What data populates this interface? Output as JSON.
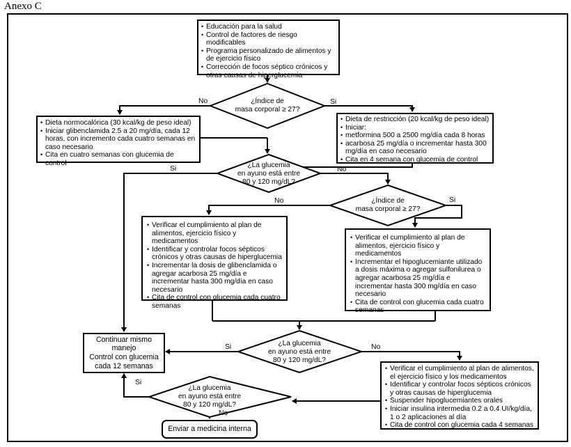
{
  "title": "Anexo C",
  "nodes": {
    "start": {
      "items": [
        "Educación para la salud",
        "Control de factores de riesgo modificables",
        "Programa personalizado de alimentos y de ejercicio físico",
        "Corrección de focos séptico crónicos y otras causas de hiperglucemia"
      ]
    },
    "d1": {
      "text": "¿Índice de\nmasa corporal ≥ 27?",
      "no": "No",
      "yes": "Si"
    },
    "left1": {
      "items": [
        "Dieta normocalórica (30 kcal/kg de peso ideal)",
        "Iniciar glibenclamida 2.5 a 20 mg/día, cada 12 horas, con incremento cada cuatro semanas en caso necesario",
        "Cita en cuatro semanas con glucemia de control"
      ]
    },
    "right1": {
      "items": [
        "Dieta de restricción (20 kcal/kg de peso ideal)",
        "Iniciar:",
        "metformina 500 a 2500 mg/día cada 8 horas",
        "acarbosa 25 mg/día o incrementar hasta 300 mg/día en caso necesario",
        "Cita en 4 semana con glucemia de control"
      ]
    },
    "d2": {
      "text": "¿La glucemia\nen ayuno está entre\n80 y 120 mg/dL?",
      "yes": "Si",
      "no": "No"
    },
    "d3": {
      "text": "¿Índice de\nmasa corporal ≥ 27?",
      "no": "No",
      "yes": "Si"
    },
    "mid_left": {
      "items": [
        "Verificar el cumplimiento al plan de alimentos, ejercicio físico y medicamentos",
        "Identificar y controlar focos sépticos crónicos y otras causas de hiperglucemia",
        "Incrementar la dosis de glibenclamida o agregar acarbosa 25 mg/día e incrementar hasta 300 mg/día en caso necesario",
        "Cita de control con glucemia cada cuatro semanas"
      ]
    },
    "mid_right": {
      "items": [
        "Verificar el cumplimiento al plan de alimentos, ejercicio físico y medicamentos",
        "Incrementar el hipoglucemiante utilizado a dosis máxima o agregar sulfonilurea o agregar acarbosa 25 mg/día e incrementar hasta 300 mg/día en caso necesario",
        "Cita de control con glucemia cada cuatro semanas"
      ]
    },
    "continue": {
      "text": "Continuar mismo\nmanejo\nControl con glucemia\ncada 12 semanas"
    },
    "d4": {
      "text": "¿La glucemia\nen ayuno está entre\n80 y 120 mg/dL?",
      "yes": "Si",
      "no": "No"
    },
    "bottom_right": {
      "items": [
        "Verificar el cumplimiento al plan de alimentos, el ejercicio físico y los medicamentos",
        "Identificar y controlar focos sépticos crónicos y otras causas de hiperglucemia",
        "Suspender hipoglucemiantes orales",
        "Iniciar insulina intermedia 0.2 a 0.4 UI/kg/día, 1 o 2 aplicaciones al día",
        "Cita de control con glucemia cada 4 semanas"
      ]
    },
    "d5": {
      "text": "¿La glucemia\nen ayuno está entre\n80 y 120 mg/dL?",
      "yes": "Si",
      "no": "No"
    },
    "end": {
      "text": "Enviar a medicina interna"
    }
  }
}
